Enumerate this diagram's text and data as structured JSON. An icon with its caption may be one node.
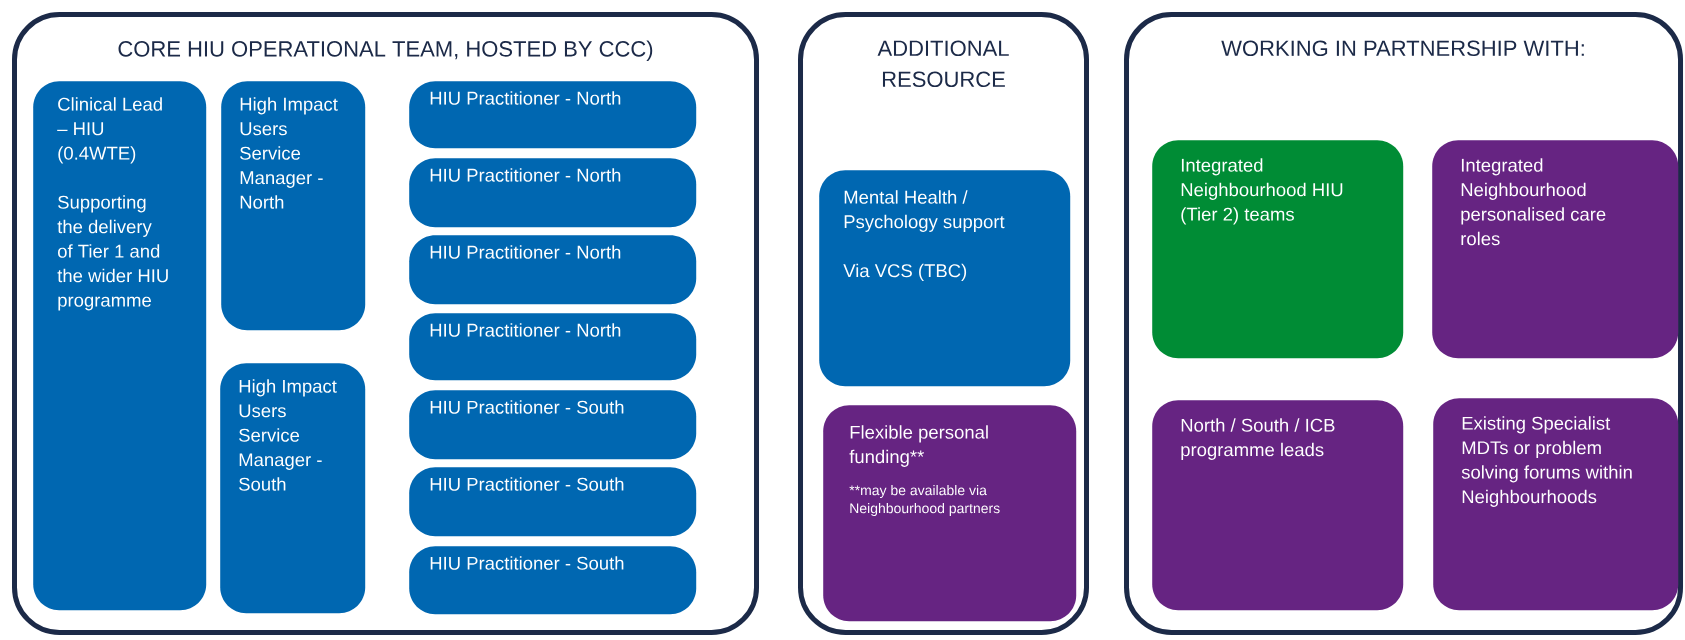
{
  "diagram": {
    "nodes": [
      {
        "text": [
          "CORE HIU OPERATIONAL TEAM, HOSTED BY CCC)"
        ]
      },
      {
        "text": [
          "Clinical Lead – HIU (0.4WTE)",
          "Supporting the delivery of Tier 1 and the wider HIU programme"
        ],
        "in": 0
      },
      {
        "text": [
          "High Impact Users Service Manager - North"
        ],
        "in": 0
      },
      {
        "text": [
          "High Impact Users Service Manager - South"
        ],
        "in": 0
      },
      {
        "text": [
          "HIU Practitioner - North"
        ],
        "in": 0
      },
      {
        "text": [
          "HIU Practitioner - North"
        ],
        "in": 0
      },
      {
        "text": [
          "HIU Practitioner - North"
        ],
        "in": 0
      },
      {
        "text": [
          "HIU Practitioner - North"
        ],
        "in": 0
      },
      {
        "text": [
          "HIU Practitioner - South"
        ],
        "in": 0
      },
      {
        "text": [
          "HIU Practitioner - South"
        ],
        "in": 0
      },
      {
        "text": [
          "HIU Practitioner - South"
        ],
        "in": 0
      },
      {
        "text": [
          "ADDITIONAL RESOURCE"
        ]
      },
      {
        "text": [
          "Mental Health / Psychology support",
          "Via VCS (TBC)"
        ],
        "in": 11
      },
      {
        "text": [
          "Flexible personal funding**",
          "**may be available via Neighbourhood partners"
        ],
        "in": 11
      },
      {
        "text": [
          "WORKING IN PARTNERSHIP WITH:"
        ]
      },
      {
        "text": [
          "Integrated Neighbourhood HIU (Tier 2) teams"
        ],
        "in": 14
      },
      {
        "text": [
          "Integrated Neighbourhood personalised care roles"
        ],
        "in": 14
      },
      {
        "text": [
          "North / South / ICB programme leads"
        ],
        "in": 14
      },
      {
        "text": [
          "Existing Specialist MDTs or problem solving forums within Neighbourhoods"
        ],
        "in": 14
      }
    ]
  }
}
